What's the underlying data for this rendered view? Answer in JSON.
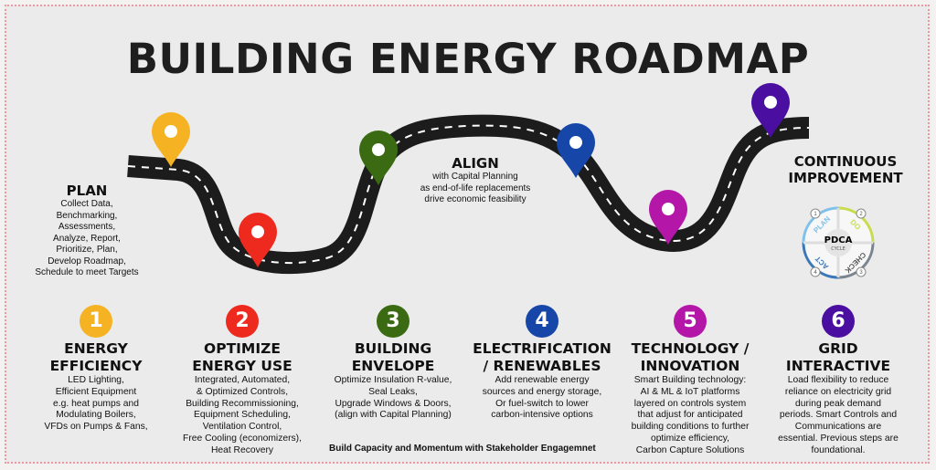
{
  "title": "BUILDING ENERGY ROADMAP",
  "plan": {
    "heading": "PLAN",
    "text": "Collect Data,\nBenchmarking,\nAssessments,\nAnalyze, Report,\nPrioritize, Plan,\nDevelop Roadmap,\nSchedule to meet Targets"
  },
  "align": {
    "heading": "ALIGN",
    "text": "with Capital Planning\nas end-of-life replacements\ndrive economic feasibility"
  },
  "continuous": {
    "heading": "CONTINUOUS IMPROVEMENT",
    "center": "PDCA",
    "center_sub": "CYCLE",
    "steps": [
      {
        "n": "1",
        "label": "PLAN"
      },
      {
        "n": "2",
        "label": "DO"
      },
      {
        "n": "3",
        "label": "CHECK"
      },
      {
        "n": "4",
        "label": "ACT"
      }
    ]
  },
  "colors": {
    "s1": "#f5b324",
    "s2": "#ee2a1f",
    "s3": "#3a6b12",
    "s4": "#1546a8",
    "s5": "#b416a8",
    "s6": "#4a0ea0"
  },
  "steps": [
    {
      "n": "1",
      "title1": "ENERGY",
      "title2": "EFFICIENCY",
      "text": "LED Lighting,\nEfficient Equipment\ne.g. heat pumps and\nModulating Boilers,\nVFDs on Pumps & Fans,"
    },
    {
      "n": "2",
      "title1": "OPTIMIZE",
      "title2": "ENERGY USE",
      "text": "Integrated, Automated,\n& Optimized Controls,\nBuilding Recommissioning,\nEquipment Scheduling,\nVentilation Control,\nFree Cooling (economizers),\nHeat Recovery"
    },
    {
      "n": "3",
      "title1": "BUILDING",
      "title2": "ENVELOPE",
      "text": "Optimize Insulation R-value,\nSeal Leaks,\nUpgrade Windows & Doors,\n(align with Capital Planning)"
    },
    {
      "n": "4",
      "title1": "ELECTRIFICATION",
      "title2": "/ RENEWABLES",
      "text": "Add renewable energy\nsources and energy storage,\nOr fuel-switch to lower\ncarbon-intensive options"
    },
    {
      "n": "5",
      "title1": "TECHNOLOGY /",
      "title2": "INNOVATION",
      "text": "Smart Building technology:\nAI & ML & IoT platforms\nlayered on controls system\nthat adjust for anticipated\nbuilding conditions to further\noptimize efficiency,\nCarbon Capture Solutions"
    },
    {
      "n": "6",
      "title1": "GRID",
      "title2": "INTERACTIVE",
      "text": "Load flexibility to reduce\nreliance on electricity grid\nduring peak demand\nperiods. Smart Controls and\nCommunications are\nessential. Previous steps are\nfoundational."
    }
  ],
  "footer": "Build Capacity and Momentum with Stakeholder Engagemnet"
}
